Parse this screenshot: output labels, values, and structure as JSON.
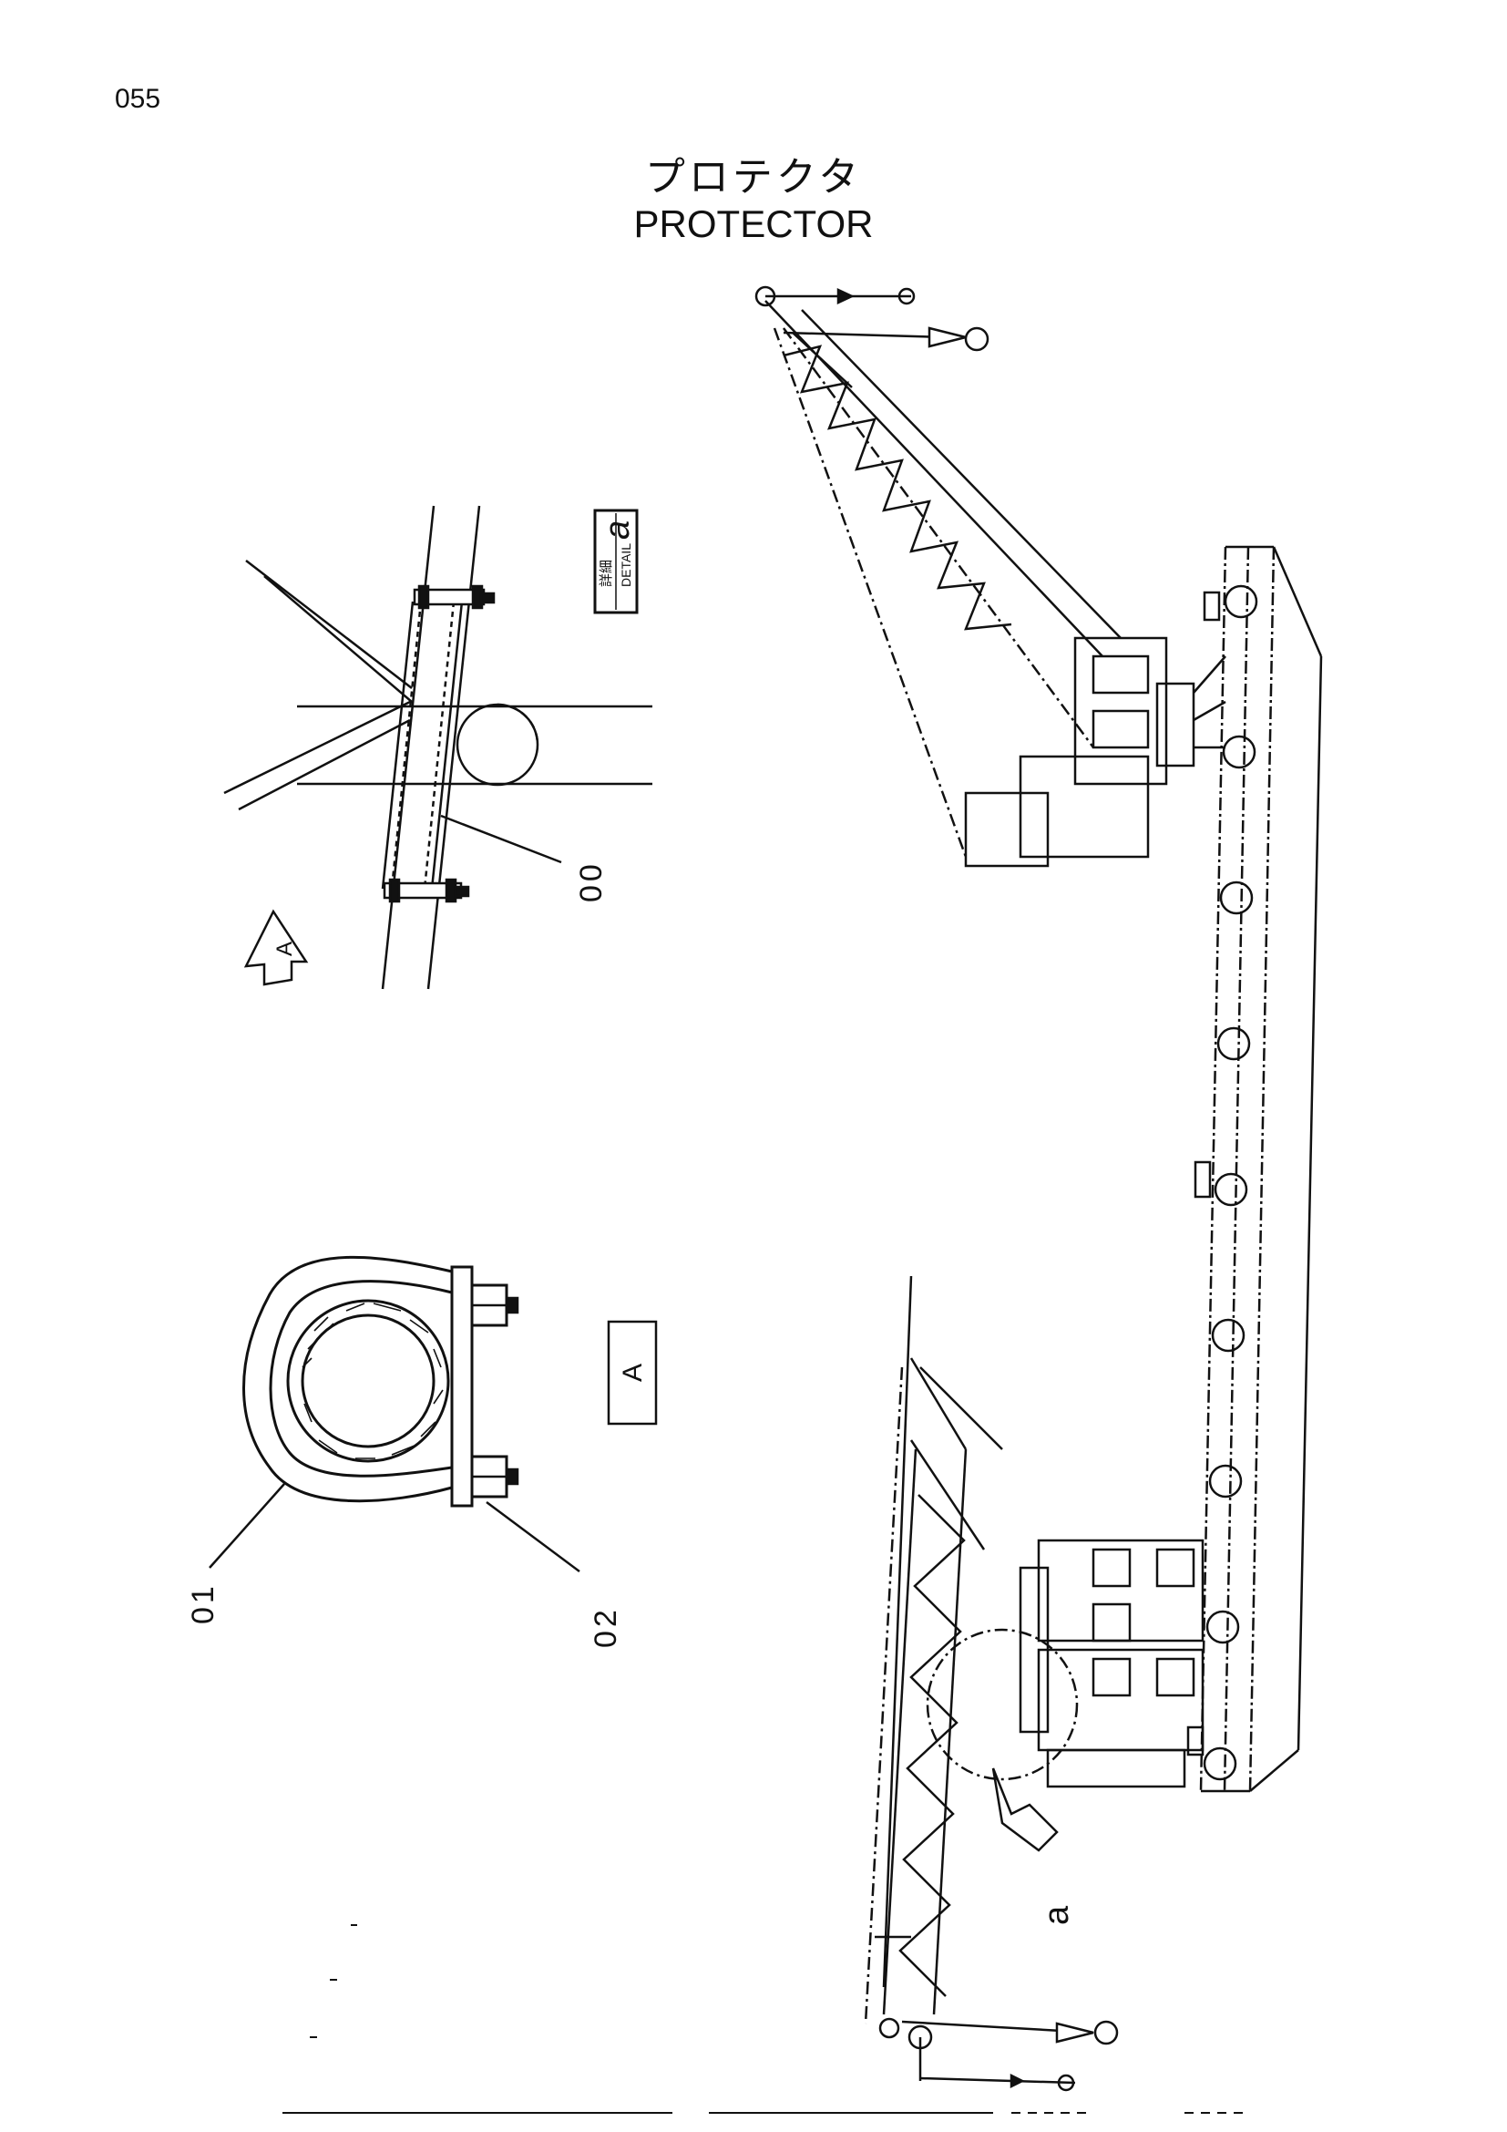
{
  "page": {
    "number": "055"
  },
  "title": {
    "japanese": "プロテクタ",
    "english": "PROTECTOR"
  },
  "detail_tag": {
    "kanji": "詳細",
    "word": "DETAIL",
    "letter": "a"
  },
  "view_tag": {
    "letter": "A"
  },
  "view_arrow": {
    "letter": "A"
  },
  "detail_callout": {
    "letter": "a"
  },
  "part_numbers": [
    {
      "number": "00"
    },
    {
      "number": "01"
    },
    {
      "number": "02"
    }
  ]
}
